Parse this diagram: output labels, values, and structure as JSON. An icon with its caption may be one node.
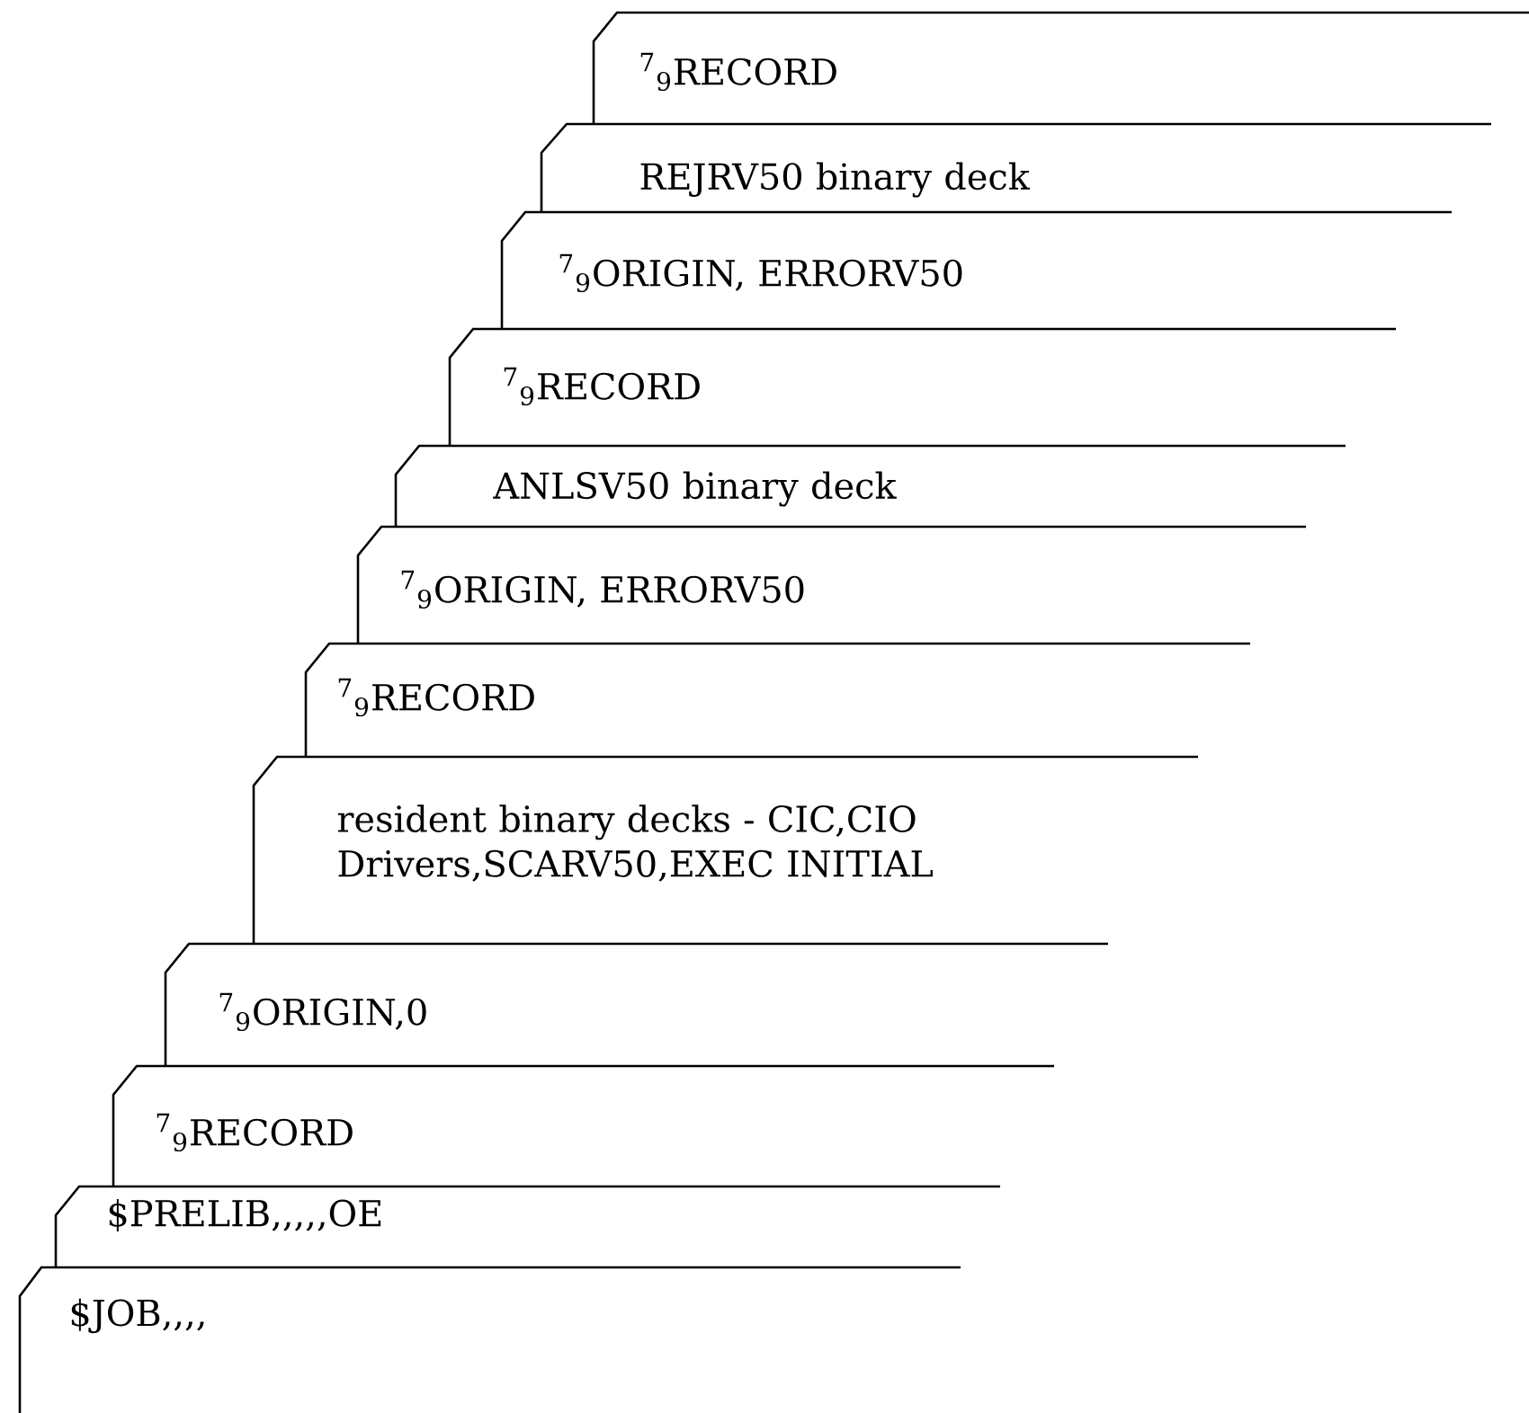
{
  "diagram": {
    "nodes": [
      {
        "text": [
          "$^{7}$$_{9}$RECORD"
        ]
      },
      {
        "text": [
          "REJRV50 binary deck"
        ]
      },
      {
        "text": [
          "$^{7}$$_{9}$ORIGIN, ERRORV50"
        ]
      },
      {
        "text": [
          "$^{7}$$_{9}$RECORD"
        ]
      },
      {
        "text": [
          "ANLSV50 binary deck"
        ]
      },
      {
        "text": [
          "$^{7}$$_{9}$ORIGIN, ERRORV50"
        ]
      },
      {
        "text": [
          "$^{7}$$_{9}$RECORD"
        ]
      },
      {
        "text": [
          "resident binary decks - CIC,CIO Drivers,SCARV50,EXEC INITIAL"
        ]
      },
      {
        "text": [
          "$^{7}$$_{9}$ORIGIN,0"
        ]
      },
      {
        "text": [
          "$^{7}$$_{9}$RECORD"
        ]
      },
      {
        "text": [
          "$PRELIB,,,,,OE"
        ]
      },
      {
        "text": [
          "$JOB,,,,"
        ]
      }
    ]
  }
}
